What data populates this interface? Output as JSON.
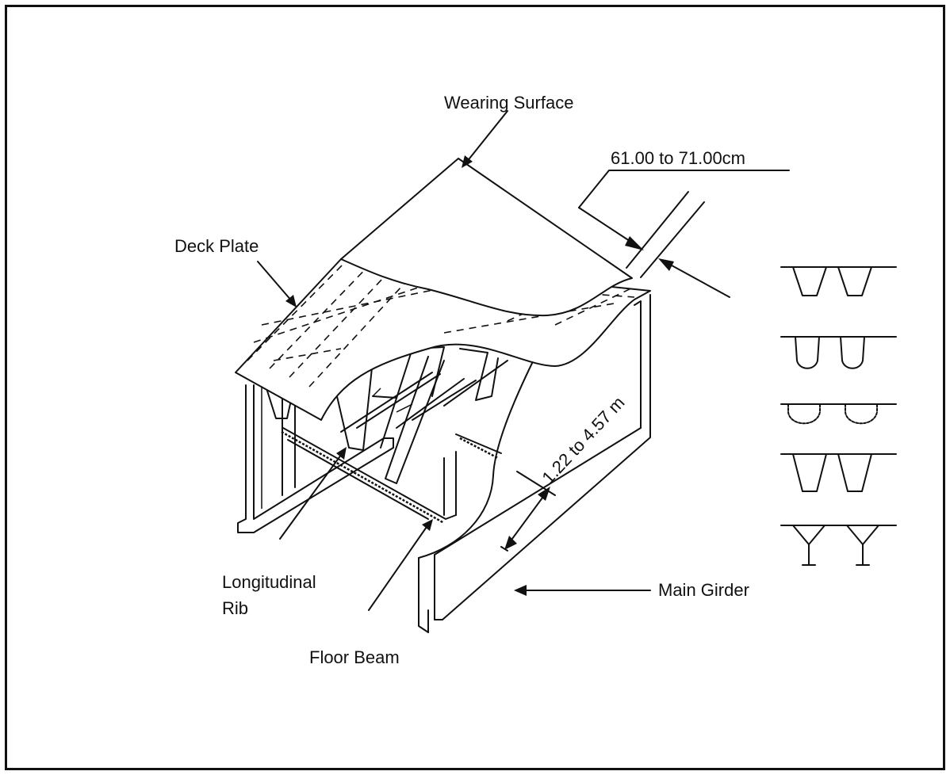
{
  "labels": {
    "wearing_surface": "Wearing Surface",
    "deck_plate": "Deck Plate",
    "rib_spacing": "61.00 to 71.00cm",
    "floor_beam_spacing": "1.22 to 4.57 m",
    "longitudinal_rib_line1": "Longitudinal",
    "longitudinal_rib_line2": "Rib",
    "floor_beam": "Floor Beam",
    "main_girder": "Main Girder"
  },
  "rib_section_icons": [
    "trapezoidal-rib-icon",
    "u-rib-icon",
    "bulb-rib-icon",
    "v-rib-icon",
    "y-rib-icon"
  ],
  "colors": {
    "line": "#111111",
    "background": "#ffffff"
  }
}
